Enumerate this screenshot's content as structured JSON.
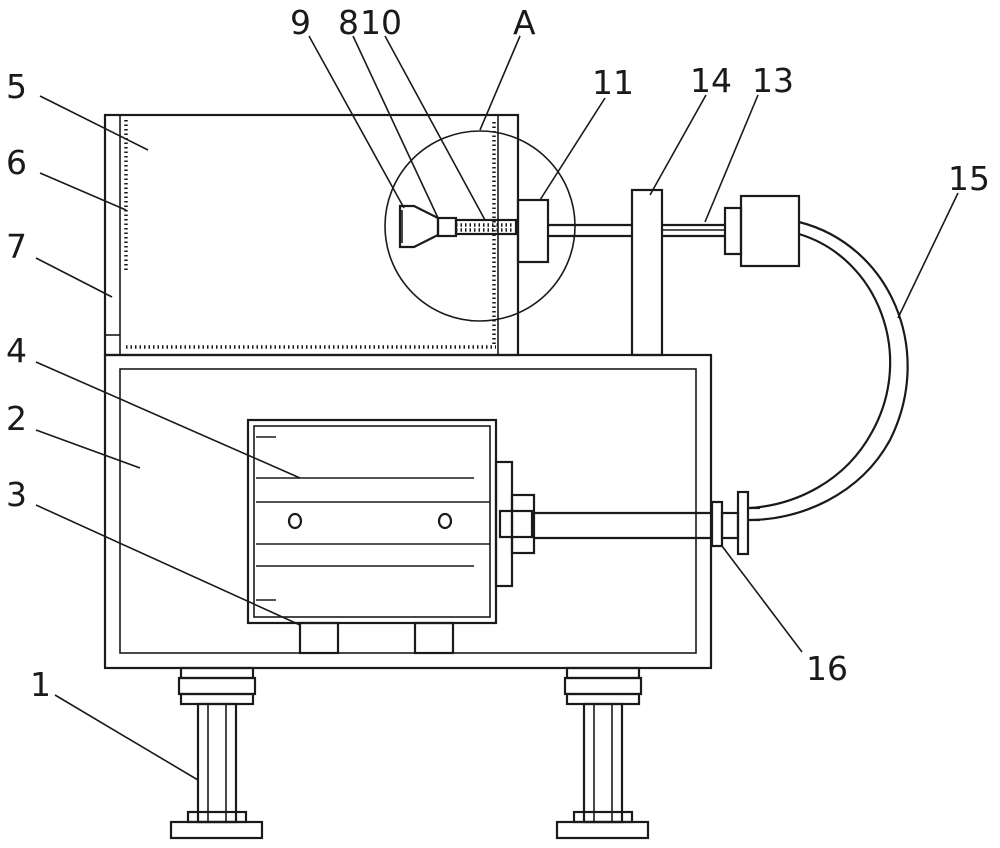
{
  "labels": {
    "l1": "1",
    "l2": "2",
    "l3": "3",
    "l4": "4",
    "l5": "5",
    "l6": "6",
    "l7": "7",
    "l8": "8",
    "l9": "9",
    "l10": "10",
    "l11": "11",
    "l13": "13",
    "l14": "14",
    "l15": "15",
    "l16": "16",
    "lA": "A"
  }
}
